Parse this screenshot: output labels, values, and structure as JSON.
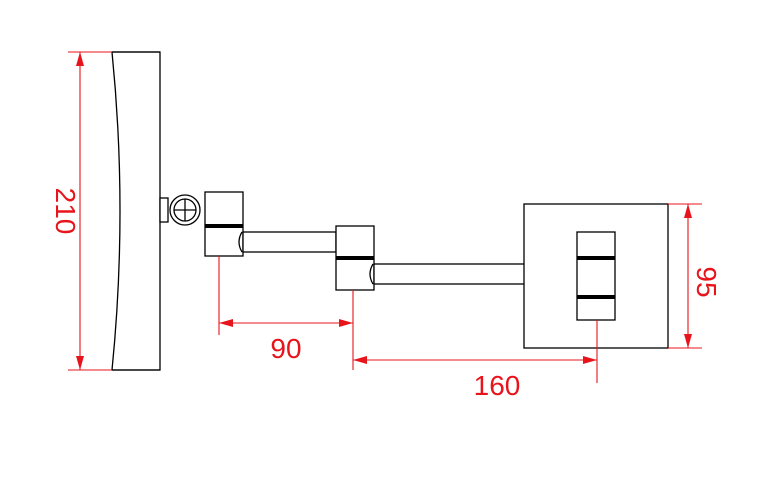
{
  "colors": {
    "dimension": "#e8141c",
    "outline": "#000000",
    "background": "#ffffff"
  },
  "dimensions": {
    "mirror_height": "210",
    "arm_short": "90",
    "arm_long": "160",
    "base_height": "95"
  },
  "icons": {
    "pivot": "screw-cross-icon"
  }
}
